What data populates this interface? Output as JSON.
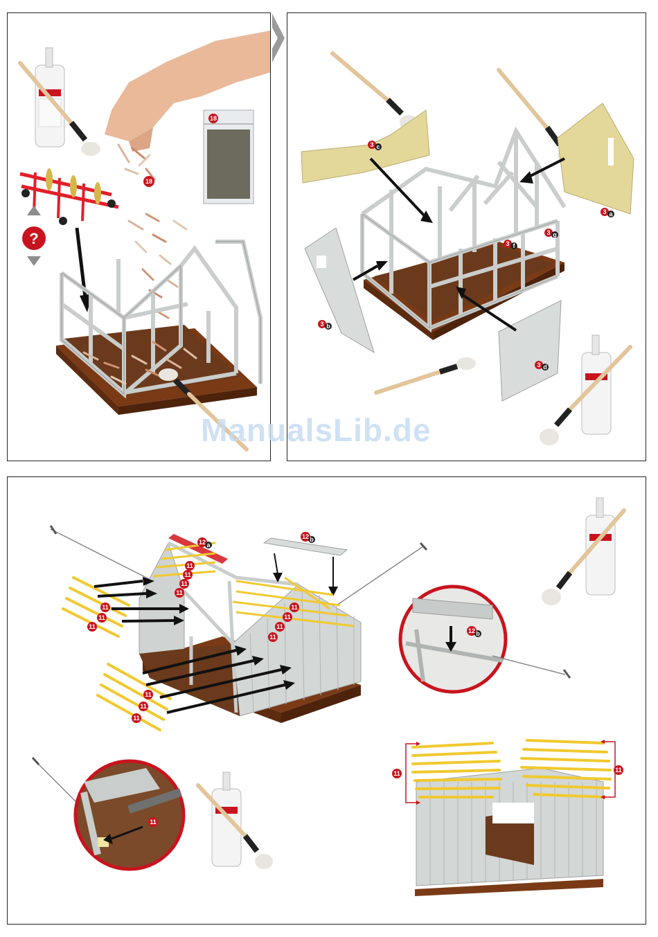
{
  "watermark": "ManualsLib.de",
  "panel1": {
    "bag_label": "18",
    "pieces_label": "18",
    "help_symbol": "?"
  },
  "panel2": {
    "callouts": [
      {
        "num": "3",
        "sub": "c"
      },
      {
        "num": "3",
        "sub": "a"
      },
      {
        "num": "3",
        "sub": "g"
      },
      {
        "num": "3",
        "sub": "f"
      },
      {
        "num": "3",
        "sub": "b"
      },
      {
        "num": "3",
        "sub": "d"
      }
    ]
  },
  "panel3": {
    "callout_12a": {
      "num": "12",
      "sub": "a"
    },
    "callout_12b": {
      "num": "12",
      "sub": "b"
    },
    "callout_12b_detail": {
      "num": "12",
      "sub": "b"
    },
    "rafter_label": "11",
    "detail_label": "11",
    "bracket_left": "11",
    "bracket_right": "11"
  },
  "colors": {
    "badge_red": "#c8141e",
    "rafter_yellow": "#f0c92e",
    "frame_grey": "#c9cdcb",
    "base_brown": "#7a3a16",
    "floor_brown": "#6b3a1c"
  }
}
